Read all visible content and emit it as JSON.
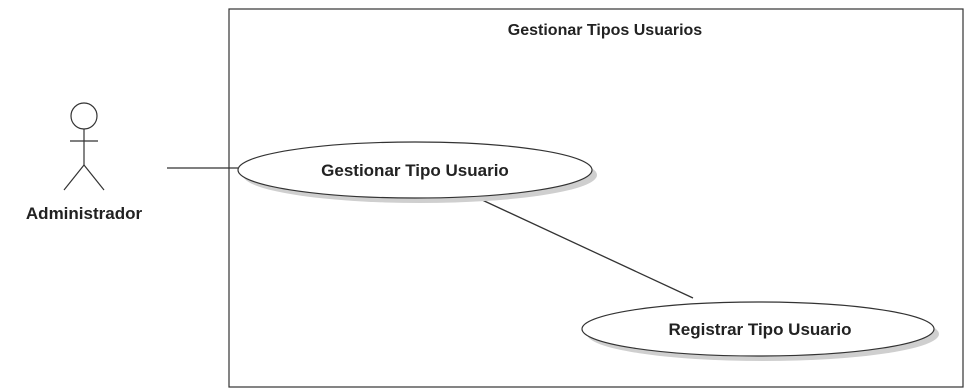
{
  "system": {
    "title": "Gestionar Tipos Usuarios"
  },
  "actor": {
    "name": "Administrador"
  },
  "use_cases": [
    {
      "label": "Gestionar Tipo Usuario"
    },
    {
      "label": "Registrar Tipo Usuario"
    }
  ],
  "colors": {
    "stroke": "#333333",
    "shadow": "#cfcfcf",
    "background": "#ffffff"
  }
}
